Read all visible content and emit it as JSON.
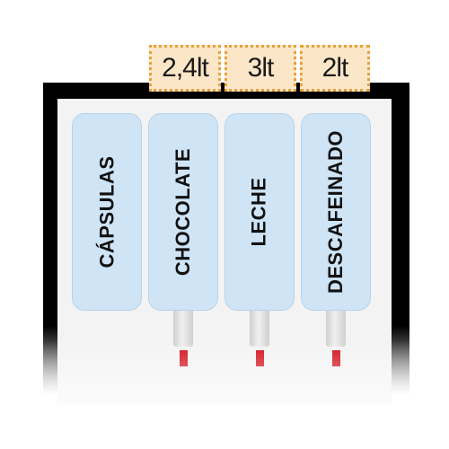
{
  "capacities": [
    "2,4lt",
    "3lt",
    "2lt"
  ],
  "tanks": [
    {
      "label": "CÁPSULAS"
    },
    {
      "label": "CHOCOLATE"
    },
    {
      "label": "LECHE"
    },
    {
      "label": "DESCAFEINADO"
    }
  ],
  "colors": {
    "frame": "#000000",
    "tank_fill": "#cfe4f5",
    "capacity_fill": "#fbe7c8",
    "capacity_border": "#e8a03c",
    "spout": "#d1121f"
  }
}
